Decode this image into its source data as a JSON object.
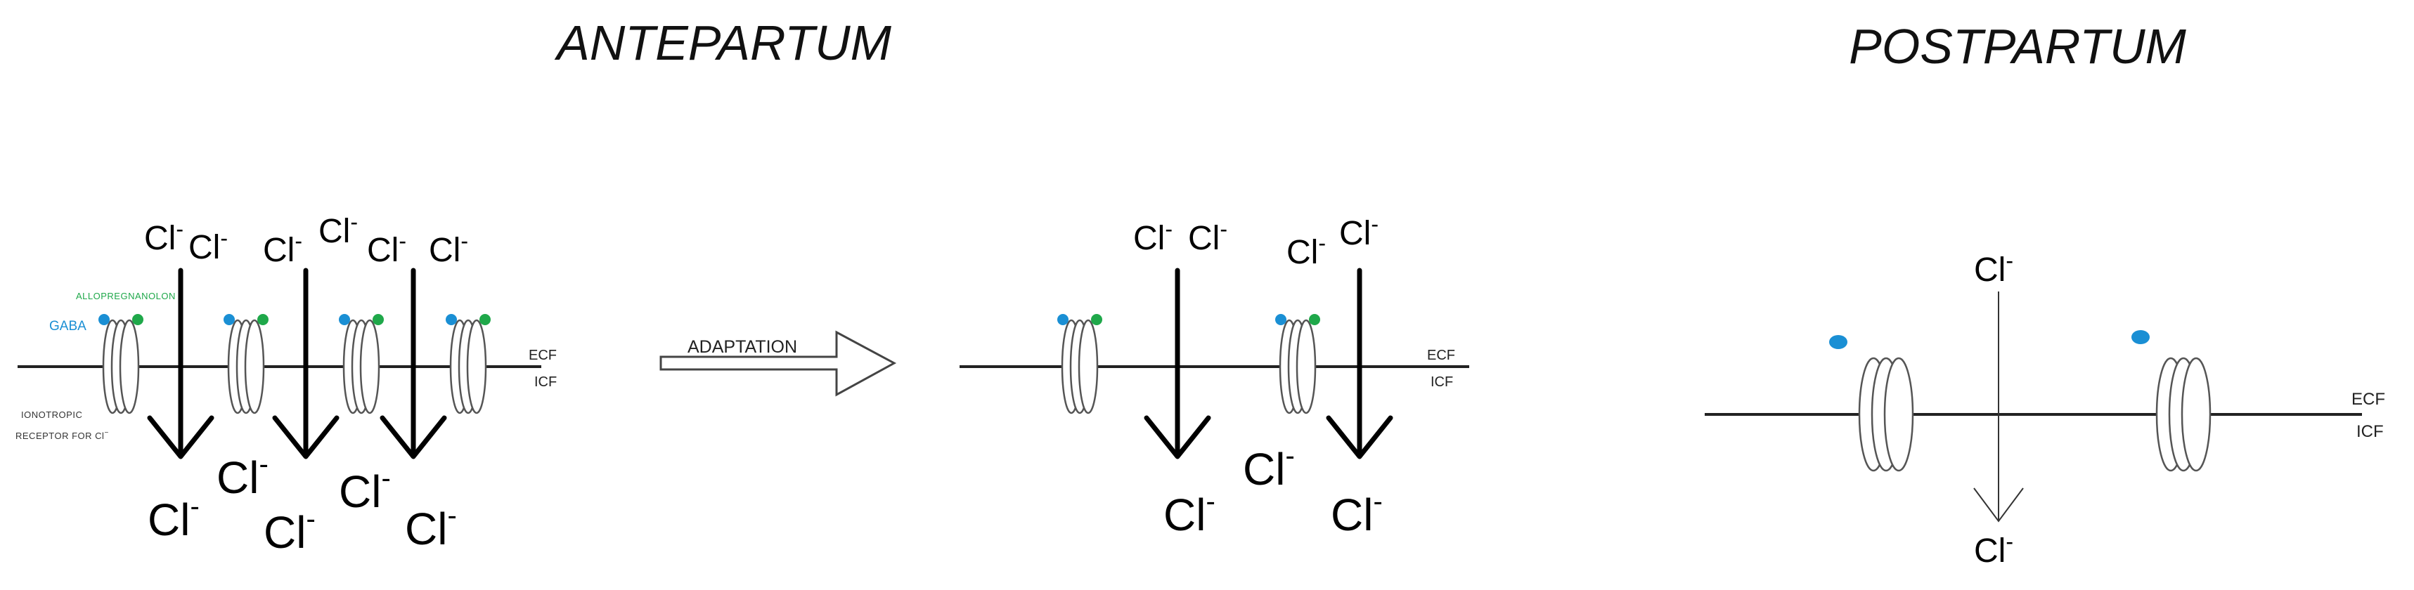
{
  "titles": {
    "left": "ANTEPARTUM",
    "right": "POSTPARTUM"
  },
  "labels": {
    "allopregnanolon": "ALLOPREGNANOLON",
    "gaba": "GABA",
    "receptor_line1": "IONOTROPIC",
    "receptor_line2": "RECEPTOR FOR Cl",
    "receptor_sup": "−",
    "adaptation": "ADAPTATION",
    "ecf": "ECF",
    "icf": "ICF"
  },
  "ion": {
    "symbol": "Cl",
    "charge": "-"
  },
  "colors": {
    "gaba": "#1a8fd4",
    "allopregnanolon": "#1fa84a",
    "arrow": "#000000",
    "membrane": "#222222"
  }
}
